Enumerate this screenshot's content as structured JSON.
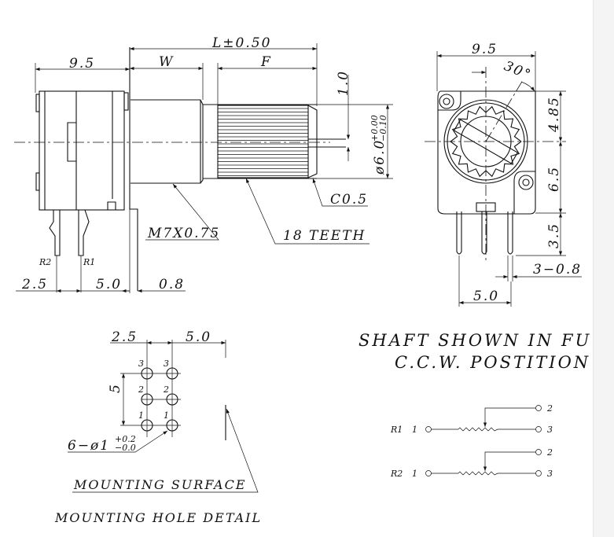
{
  "side_view": {
    "overall_length": "L±0.50",
    "body_width": "9.5",
    "bushing_length": "W",
    "knurl_length": "F",
    "flat_depth": "1.0",
    "shaft_diameter": "ø6.0",
    "shaft_tol_upper": "+0.00",
    "shaft_tol_lower": "−0.10",
    "chamfer": "C0.5",
    "thread": "M7X0.75",
    "teeth": "18  TEETH",
    "pin_r2": "R2",
    "pin_r1": "R1",
    "dim_left": "2.5",
    "dim_pitch": "5.0",
    "dim_bracket": "0.8"
  },
  "front_view": {
    "width": "9.5",
    "angle": "30°",
    "dim_upper": "4.85",
    "dim_lower": "6.5",
    "dim_pin": "3.5",
    "pin_width": "3−0.8",
    "pin_pitch": "5.0"
  },
  "hole_detail": {
    "dim_a": "2.5",
    "dim_b": "5.0",
    "dim_vert": "5",
    "pin_labels": [
      "3",
      "3",
      "2",
      "2",
      "1",
      "1"
    ],
    "hole_spec": "6−ø1",
    "hole_tol_upper": "+0.2",
    "hole_tol_lower": "−0.0",
    "surface_label": "MOUNTING  SURFACE",
    "title": "MOUNTING  HOLE  DETAIL"
  },
  "note": {
    "line1": "SHAFT  SHOWN  IN  FU",
    "line2": "C.C.W.  POSTITION"
  },
  "schematic": {
    "r1_label": "R1",
    "r2_label": "R2",
    "pin1": "1",
    "pin2": "2",
    "pin3": "3"
  }
}
